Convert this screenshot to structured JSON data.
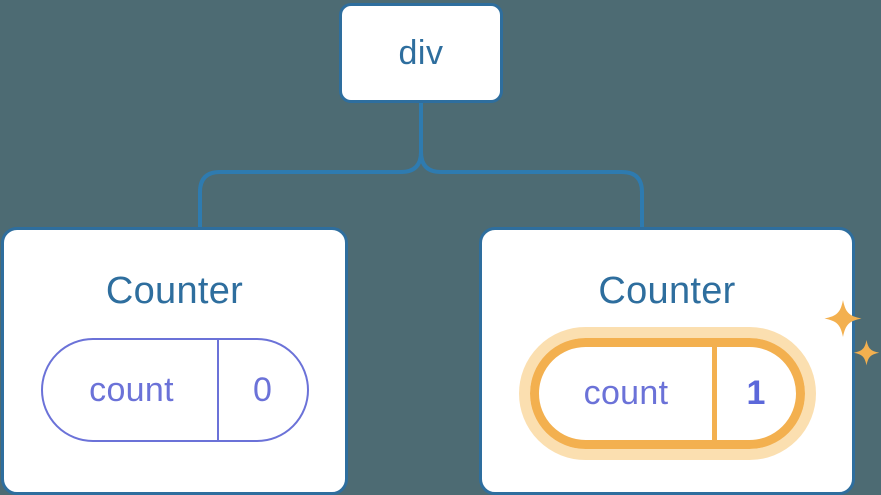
{
  "diagram": {
    "type": "component-tree",
    "background_color": "#4d6b73",
    "accent_colors": {
      "node_border": "#2e6e9e",
      "node_title": "#2e6e9e",
      "node_fill": "#ffffff",
      "state_text": "#6b72d8",
      "state_border": "#6b72d8",
      "highlight_ring": "#f3b04f",
      "highlight_halo": "#fbdfb0",
      "highlight_value_text": "#5c68da",
      "sparkle": "#f3b04f",
      "connector": "#2e7bb0"
    },
    "root": {
      "label": "div"
    },
    "children": [
      {
        "label": "Counter",
        "state": {
          "key": "count",
          "value": "0"
        },
        "highlighted": false,
        "sparkle_icon": null
      },
      {
        "label": "Counter",
        "state": {
          "key": "count",
          "value": "1"
        },
        "highlighted": true,
        "sparkle_icon": "sparkles-icon"
      }
    ],
    "edges": [
      {
        "from": "div",
        "to": "Counter (left)"
      },
      {
        "from": "div",
        "to": "Counter (right)"
      }
    ]
  }
}
